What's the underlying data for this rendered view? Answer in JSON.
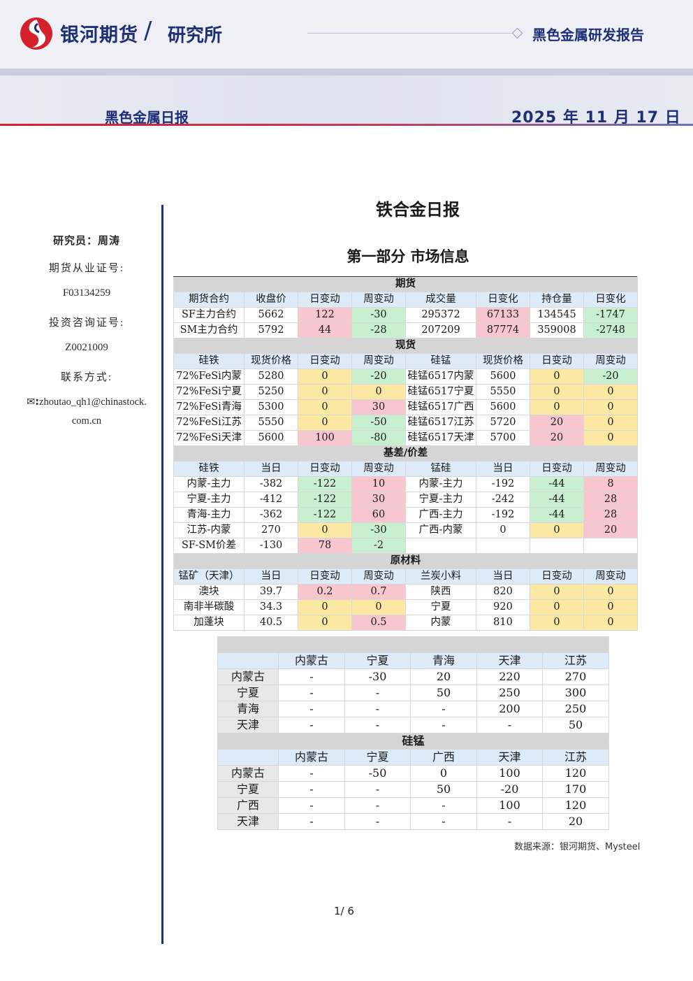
{
  "header": {
    "company": "银河期货",
    "slash": "/",
    "institute": "研究所",
    "report_type": "黑色金属研发报告",
    "daily_title": "黑色金属日报",
    "date": "2025 年 11 月 17 日",
    "brand_color": "#1f2f76",
    "accent_color": "#d5212b"
  },
  "sidebar": {
    "researcher": "研究员：周涛",
    "license_label": "期货从业证号:",
    "license_no": "F03134259",
    "consult_label": "投资咨询证号:",
    "consult_no": "Z0021009",
    "contact_label": "联系方式:",
    "email_line1": "zhoutao_qh1@chinastock.",
    "email_line2": "com.cn"
  },
  "title": "铁合金日报",
  "section_title": "第一部分 市场信息",
  "futures": {
    "title": "期货",
    "headers": [
      "期货合约",
      "收盘价",
      "日变动",
      "周变动",
      "成交量",
      "日变化",
      "持仓量",
      "日变化"
    ],
    "rows": [
      [
        "SF主力合约",
        "5662",
        "122",
        "-30",
        "295372",
        "67133",
        "134545",
        "-1747"
      ],
      [
        "SM主力合约",
        "5792",
        "44",
        "-28",
        "207209",
        "87774",
        "359008",
        "-2748"
      ]
    ]
  },
  "spot": {
    "title": "现货",
    "headers": [
      "硅铁",
      "现货价格",
      "日变动",
      "周变动",
      "硅锰",
      "现货价格",
      "日变动",
      "周变动"
    ],
    "rows": [
      [
        "72%FeSi内蒙",
        "5280",
        "0",
        "-20",
        "硅锰6517内蒙",
        "5600",
        "0",
        "-20"
      ],
      [
        "72%FeSi宁夏",
        "5250",
        "0",
        "0",
        "硅锰6517宁夏",
        "5550",
        "0",
        "0"
      ],
      [
        "72%FeSi青海",
        "5300",
        "0",
        "30",
        "硅锰6517广西",
        "5600",
        "0",
        "0"
      ],
      [
        "72%FeSi江苏",
        "5550",
        "0",
        "-50",
        "硅锰6517江苏",
        "5720",
        "20",
        "0"
      ],
      [
        "72%FeSi天津",
        "5600",
        "100",
        "-80",
        "硅锰6517天津",
        "5700",
        "20",
        "0"
      ]
    ]
  },
  "basis": {
    "title": "基差/价差",
    "headers": [
      "硅铁",
      "当日",
      "日变动",
      "周变动",
      "锰硅",
      "当日",
      "日变动",
      "周变动"
    ],
    "rows": [
      [
        "内蒙-主力",
        "-382",
        "-122",
        "10",
        "内蒙-主力",
        "-192",
        "-44",
        "8"
      ],
      [
        "宁夏-主力",
        "-412",
        "-122",
        "30",
        "宁夏-主力",
        "-242",
        "-44",
        "28"
      ],
      [
        "青海-主力",
        "-362",
        "-122",
        "60",
        "广西-主力",
        "-192",
        "-44",
        "28"
      ],
      [
        "江苏-内蒙",
        "270",
        "0",
        "-30",
        "广西-内蒙",
        "0",
        "0",
        "20"
      ],
      [
        "SF-SM价差",
        "-130",
        "78",
        "-2",
        "",
        "",
        "",
        ""
      ]
    ]
  },
  "raw": {
    "title": "原材料",
    "headers": [
      "锰矿（天津）",
      "当日",
      "日变动",
      "周变动",
      "兰炭小料",
      "当日",
      "日变动",
      "周变动"
    ],
    "rows": [
      [
        "澳块",
        "39.7",
        "0.2",
        "0.7",
        "陕西",
        "820",
        "0",
        "0"
      ],
      [
        "南非半碳酸",
        "34.3",
        "0",
        "0",
        "宁夏",
        "920",
        "0",
        "0"
      ],
      [
        "加蓬块",
        "40.5",
        "0",
        "0.5",
        "内蒙",
        "810",
        "0",
        "0"
      ]
    ]
  },
  "spread1": {
    "title": "",
    "headers": [
      "",
      "内蒙古",
      "宁夏",
      "青海",
      "天津",
      "江苏"
    ],
    "rows": [
      [
        "内蒙古",
        "-",
        "-30",
        "20",
        "220",
        "270"
      ],
      [
        "宁夏",
        "-",
        "-",
        "50",
        "250",
        "300"
      ],
      [
        "青海",
        "-",
        "-",
        "-",
        "200",
        "250"
      ],
      [
        "天津",
        "-",
        "-",
        "-",
        "-",
        "50"
      ]
    ]
  },
  "spread2": {
    "title": "硅锰",
    "headers": [
      "",
      "内蒙古",
      "宁夏",
      "广西",
      "天津",
      "江苏"
    ],
    "rows": [
      [
        "内蒙古",
        "-",
        "-50",
        "0",
        "100",
        "120"
      ],
      [
        "宁夏",
        "-",
        "-",
        "50",
        "-20",
        "170"
      ],
      [
        "广西",
        "-",
        "-",
        "-",
        "100",
        "120"
      ],
      [
        "天津",
        "-",
        "-",
        "-",
        "-",
        "20"
      ]
    ]
  },
  "source": "数据来源：银河期货、Mysteel",
  "page": "1/ 6"
}
